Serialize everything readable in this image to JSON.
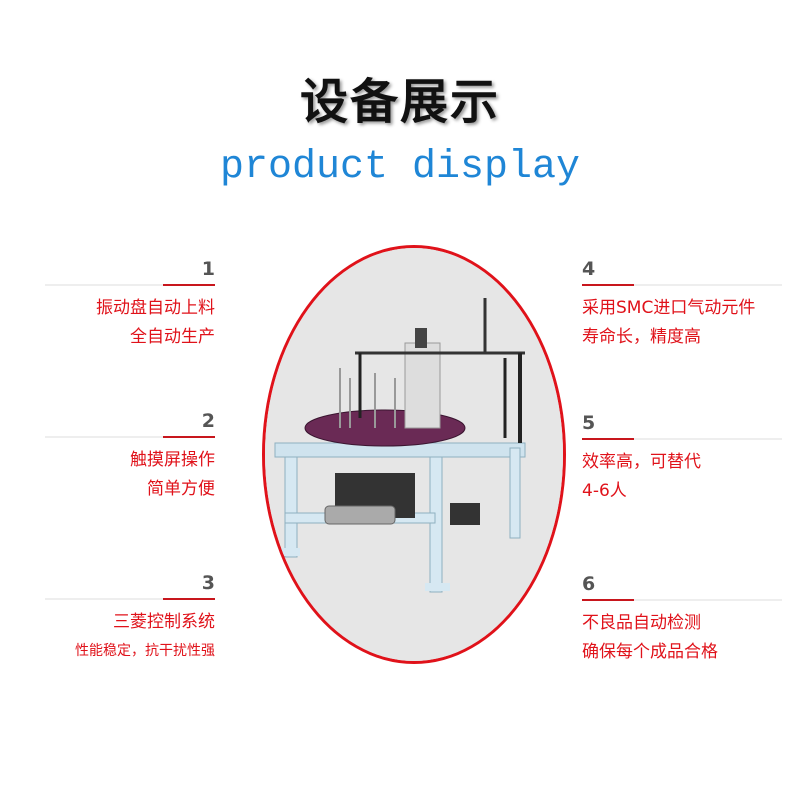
{
  "header": {
    "title": "设备展示",
    "subtitle": "product display"
  },
  "features": [
    {
      "num": "1",
      "lines": [
        "振动盘自动上料",
        "全自动生产"
      ]
    },
    {
      "num": "2",
      "lines": [
        "触摸屏操作",
        "简单方便"
      ]
    },
    {
      "num": "3",
      "lines": [
        "三菱控制系统",
        "性能稳定，抗干扰性强"
      ]
    },
    {
      "num": "4",
      "lines": [
        "采用SMC进口气动元件",
        "寿命长，精度高"
      ]
    },
    {
      "num": "5",
      "lines": [
        "效率高，可替代",
        "4-6人"
      ]
    },
    {
      "num": "6",
      "lines": [
        "不良品自动检测",
        "确保每个成品合格"
      ]
    }
  ],
  "colors": {
    "accent": "#e0121a",
    "subtitle": "#1f86d6"
  }
}
